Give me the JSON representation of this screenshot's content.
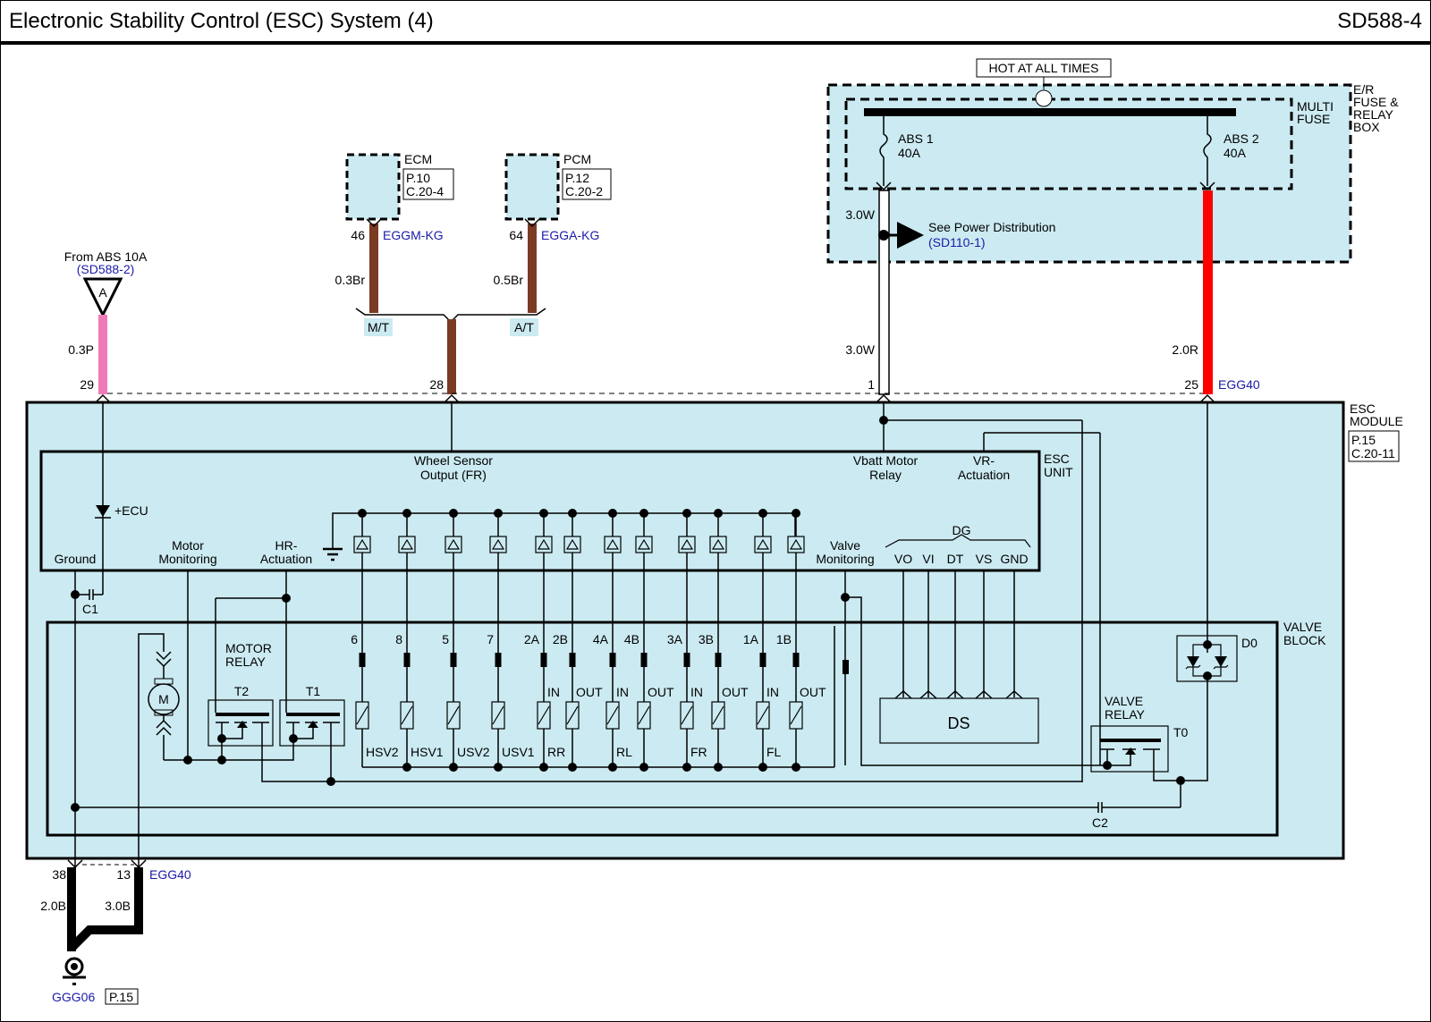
{
  "header": {
    "title": "Electronic Stability Control (ESC) System (4)",
    "code": "SD588-4"
  },
  "colors": {
    "module_fill": "#cbeaf1",
    "wire_pink": "#f07ab8",
    "wire_brown": "#7a3b22",
    "wire_red": "#ff0000",
    "wire_black": "#000000",
    "link_blue": "#1a1aa8"
  },
  "power": {
    "hot_label": "HOT AT ALL TIMES",
    "box_label": [
      "E/R",
      "FUSE &",
      "RELAY",
      "BOX"
    ],
    "multi_fuse_label": [
      "MULTI",
      "FUSE"
    ],
    "fuse1": {
      "name": "ABS 1",
      "rating": "40A"
    },
    "fuse2": {
      "name": "ABS 2",
      "rating": "40A"
    },
    "wire1_top": "3.0W",
    "see_power": "See Power Distribution",
    "see_power_ref": "(SD110-1)",
    "wire1_bottom": "3.0W",
    "wire2": "2.0R",
    "pin1": "1",
    "pin25": "25",
    "pin25_conn": "EGG40"
  },
  "abs_feed": {
    "from": "From ABS 10A",
    "ref": "(SD588-2)",
    "connector": "A",
    "wire": "0.3P",
    "pin": "29"
  },
  "ecm": {
    "label": "ECM",
    "page": "P.10",
    "conn": "C.20-4",
    "pin": "46",
    "conn_id": "EGGM-KG",
    "wire": "0.3Br",
    "variant": "M/T"
  },
  "pcm": {
    "label": "PCM",
    "page": "P.12",
    "conn": "C.20-2",
    "pin": "64",
    "conn_id": "EGGA-KG",
    "wire": "0.5Br",
    "variant": "A/T"
  },
  "pin28": "28",
  "esc_module": {
    "label": [
      "ESC",
      "MODULE"
    ],
    "page": "P.15",
    "conn": "C.20-11"
  },
  "esc_unit": {
    "label": [
      "ESC",
      "UNIT"
    ],
    "ecu_label": "+ECU",
    "ground": "Ground",
    "motor_monitoring": [
      "Motor",
      "Monitoring"
    ],
    "hr_actuation": [
      "HR-",
      "Actuation"
    ],
    "wheel_sensor": [
      "Wheel Sensor",
      "Output (FR)"
    ],
    "vbatt": [
      "Vbatt Motor",
      "Relay"
    ],
    "vr_actuation": [
      "VR-",
      "Actuation"
    ],
    "valve_monitoring": [
      "Valve",
      "Monitoring"
    ],
    "dg_label": "DG",
    "dg_pins": [
      "VO",
      "VI",
      "DT",
      "VS",
      "GND"
    ]
  },
  "c1": "C1",
  "c2": "C2",
  "valve_block": {
    "label": [
      "VALVE",
      "BLOCK"
    ],
    "motor_relay": [
      "MOTOR",
      "RELAY"
    ],
    "t2": "T2",
    "t1": "T1",
    "motor": "M",
    "valves": [
      {
        "pin": "6",
        "name": "HSV2",
        "io": ""
      },
      {
        "pin": "8",
        "name": "HSV1",
        "io": ""
      },
      {
        "pin": "5",
        "name": "USV2",
        "io": ""
      },
      {
        "pin": "7",
        "name": "USV1",
        "io": ""
      },
      {
        "pin": "2A",
        "name": "RR",
        "io": "IN"
      },
      {
        "pin": "2B",
        "name": "",
        "io": "OUT"
      },
      {
        "pin": "4A",
        "name": "RL",
        "io": "IN"
      },
      {
        "pin": "4B",
        "name": "",
        "io": "OUT"
      },
      {
        "pin": "3A",
        "name": "FR",
        "io": "IN"
      },
      {
        "pin": "3B",
        "name": "",
        "io": "OUT"
      },
      {
        "pin": "1A",
        "name": "FL",
        "io": "IN"
      },
      {
        "pin": "1B",
        "name": "",
        "io": "OUT"
      }
    ],
    "ds": "DS",
    "valve_relay": [
      "VALVE",
      "RELAY"
    ],
    "t0": "T0",
    "d0": "D0"
  },
  "ground": {
    "pin38": "38",
    "pin13": "13",
    "conn": "EGG40",
    "wire38": "2.0B",
    "wire13": "3.0B",
    "point": "GGG06",
    "page": "P.15"
  }
}
